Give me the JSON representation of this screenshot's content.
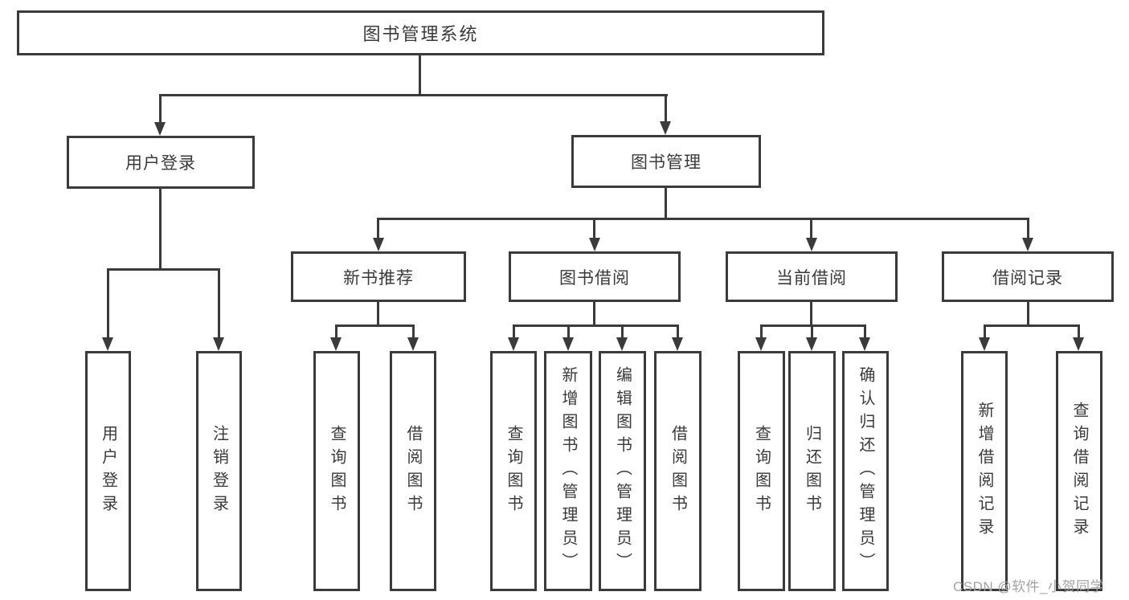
{
  "tree": {
    "root": {
      "label": "图书管理系统"
    },
    "level1": [
      {
        "label": "用户登录",
        "leaves": [
          {
            "label": "用户登录"
          },
          {
            "label": "注销登录"
          }
        ]
      },
      {
        "label": "图书管理",
        "groups": [
          {
            "label": "新书推荐",
            "leaves": [
              {
                "label": "查询图书"
              },
              {
                "label": "借阅图书"
              }
            ]
          },
          {
            "label": "图书借阅",
            "leaves": [
              {
                "label": "查询图书"
              },
              {
                "label": "新增图书（管理员）"
              },
              {
                "label": "编辑图书（管理员）"
              },
              {
                "label": "借阅图书"
              }
            ]
          },
          {
            "label": "当前借阅",
            "leaves": [
              {
                "label": "查询图书"
              },
              {
                "label": "归还图书"
              },
              {
                "label": "确认归还（管理员）"
              }
            ]
          },
          {
            "label": "借阅记录",
            "leaves": [
              {
                "label": "新增借阅记录"
              },
              {
                "label": "查询借阅记录"
              }
            ]
          }
        ]
      }
    ],
    "watermark": "CSDN @软件_小贺同学",
    "colors": {
      "line": "#3b3b3b",
      "text": "#3a3a3a",
      "watermark": "#a3a3a3",
      "background": "#ffffff"
    }
  }
}
